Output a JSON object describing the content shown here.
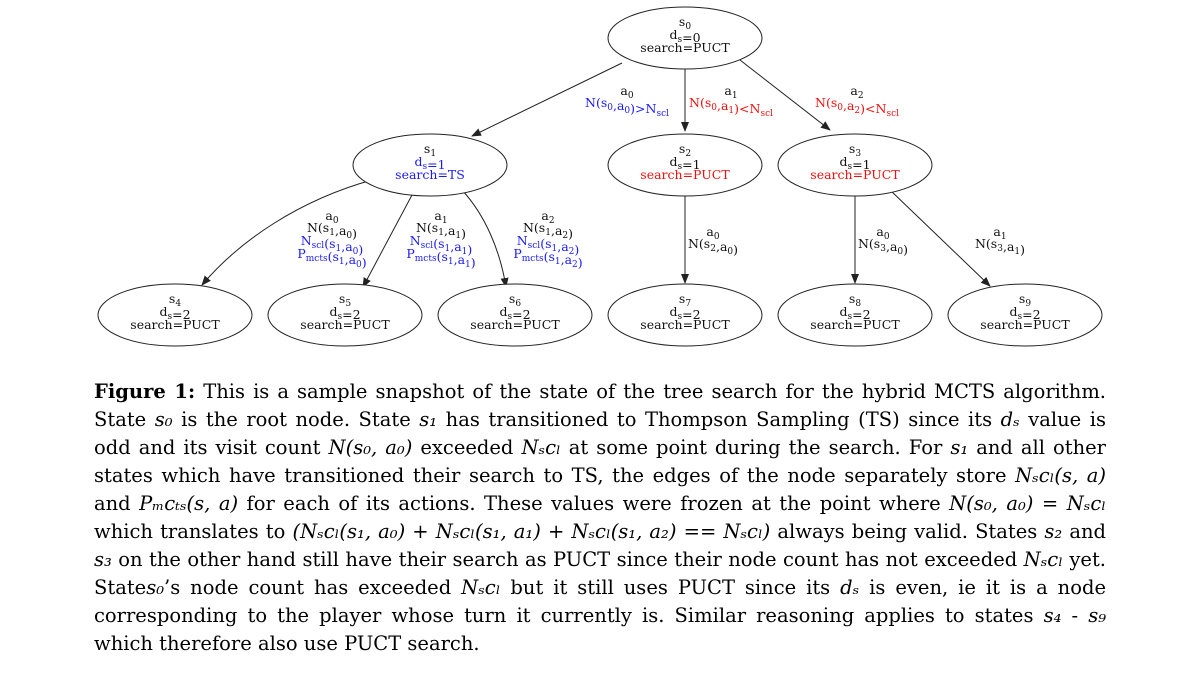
{
  "nodes": [
    {
      "id": "s0",
      "name": "s",
      "sub": "0",
      "ds": "0",
      "search": "PUCT",
      "ds_color": "#111",
      "search_color": "#111"
    },
    {
      "id": "s1",
      "name": "s",
      "sub": "1",
      "ds": "1",
      "search": "TS",
      "ds_color": "#1a1aff",
      "search_color": "#1a1aff"
    },
    {
      "id": "s2",
      "name": "s",
      "sub": "2",
      "ds": "1",
      "search": "PUCT",
      "ds_color": "#111",
      "search_color": "#ee1111"
    },
    {
      "id": "s3",
      "name": "s",
      "sub": "3",
      "ds": "1",
      "search": "PUCT",
      "ds_color": "#111",
      "search_color": "#ee1111"
    },
    {
      "id": "s4",
      "name": "s",
      "sub": "4",
      "ds": "2",
      "search": "PUCT",
      "ds_color": "#111",
      "search_color": "#111"
    },
    {
      "id": "s5",
      "name": "s",
      "sub": "5",
      "ds": "2",
      "search": "PUCT",
      "ds_color": "#111",
      "search_color": "#111"
    },
    {
      "id": "s6",
      "name": "s",
      "sub": "6",
      "ds": "2",
      "search": "PUCT",
      "ds_color": "#111",
      "search_color": "#111"
    },
    {
      "id": "s7",
      "name": "s",
      "sub": "7",
      "ds": "2",
      "search": "PUCT",
      "ds_color": "#111",
      "search_color": "#111"
    },
    {
      "id": "s8",
      "name": "s",
      "sub": "8",
      "ds": "2",
      "search": "PUCT",
      "ds_color": "#111",
      "search_color": "#111"
    },
    {
      "id": "s9",
      "name": "s",
      "sub": "9",
      "ds": "2",
      "search": "PUCT",
      "ds_color": "#111",
      "search_color": "#111"
    }
  ],
  "edges": [
    {
      "from": "s0",
      "to": "s1",
      "action": "a",
      "action_sub": "0",
      "lines": [
        {
          "text": "N(s0,a0)>Nscl",
          "color": "#1a1aff"
        }
      ]
    },
    {
      "from": "s0",
      "to": "s2",
      "action": "a",
      "action_sub": "1",
      "lines": [
        {
          "text": "N(s0,a1)<Nscl",
          "color": "#ee1111"
        }
      ]
    },
    {
      "from": "s0",
      "to": "s3",
      "action": "a",
      "action_sub": "2",
      "lines": [
        {
          "text": "N(s0,a2)<Nscl",
          "color": "#ee1111"
        }
      ]
    },
    {
      "from": "s1",
      "to": "s4",
      "action": "a",
      "action_sub": "0",
      "lines": [
        {
          "text": "N(s1,a0)",
          "color": "#111"
        },
        {
          "text": "Nscl(s1,a0)",
          "color": "#1a1aff"
        },
        {
          "text": "Pmcts(s1,a0)",
          "color": "#1a1aff"
        }
      ]
    },
    {
      "from": "s1",
      "to": "s5",
      "action": "a",
      "action_sub": "1",
      "lines": [
        {
          "text": "N(s1,a1)",
          "color": "#111"
        },
        {
          "text": "Nscl(s1,a1)",
          "color": "#1a1aff"
        },
        {
          "text": "Pmcts(s1,a1)",
          "color": "#1a1aff"
        }
      ]
    },
    {
      "from": "s1",
      "to": "s6",
      "action": "a",
      "action_sub": "2",
      "lines": [
        {
          "text": "N(s1,a2)",
          "color": "#111"
        },
        {
          "text": "Nscl(s1,a2)",
          "color": "#1a1aff"
        },
        {
          "text": "Pmcts(s1,a2)",
          "color": "#1a1aff"
        }
      ]
    },
    {
      "from": "s2",
      "to": "s7",
      "action": "a",
      "action_sub": "0",
      "lines": [
        {
          "text": "N(s2,a0)",
          "color": "#111"
        }
      ]
    },
    {
      "from": "s3",
      "to": "s8",
      "action": "a",
      "action_sub": "0",
      "lines": [
        {
          "text": "N(s3,a0)",
          "color": "#111"
        }
      ]
    },
    {
      "from": "s3",
      "to": "s9",
      "action": "a",
      "action_sub": "1",
      "lines": [
        {
          "text": "N(s3,a1)",
          "color": "#111"
        }
      ]
    }
  ],
  "labels": {
    "ds_prefix": "d",
    "ds_sub": "s",
    "search_prefix": "search="
  },
  "caption": {
    "label": "Figure 1:",
    "t1": "This is a sample snapshot of the state of the tree search for the hybrid MCTS algorithm. State",
    "t2": "is the root node. State",
    "t3": "has transitioned to Thompson Sampling (TS) since its",
    "t4": "value is odd and its visit count",
    "t5": "exceeded",
    "t6": "at some point during the search. For",
    "t7": "and all other states which have transitioned their search to TS, the edges of the node separately store",
    "t8": "and",
    "t9": "for each of its actions. These values were frozen at the point where",
    "t10": "which translates to",
    "t11": "always being valid. States",
    "t12": "and",
    "t13": "on the other hand still have their search as PUCT since their node count has not exceeded",
    "t14": "yet. State",
    "t15": "’s node count has exceeded",
    "t16": "but it still uses PUCT since its",
    "t17": "is even, ie it is a node corresponding to the player whose turn it currently is. Similar reasoning applies to states",
    "t18": "-",
    "t19": "which therefore also use PUCT search.",
    "m_s0": "s₀",
    "m_s1": "s₁",
    "m_ds": "dₛ",
    "m_Ns0a0": "N(s₀, a₀)",
    "m_Nscl": "Nₛcₗ",
    "m_Nscl_sa": "Nₛcₗ(s, a)",
    "m_Pmcts_sa": "Pₘcₜₛ(s, a)",
    "m_eq1": "N(s₀, a₀) = Nₛcₗ",
    "m_eq2": "(Nₛcₗ(s₁, a₀) + Nₛcₗ(s₁, a₁) + Nₛcₗ(s₁, a₂) == Nₛcₗ)",
    "m_s2": "s₂",
    "m_s3": "s₃",
    "m_s4": "s₄",
    "m_s9": "s₉"
  }
}
